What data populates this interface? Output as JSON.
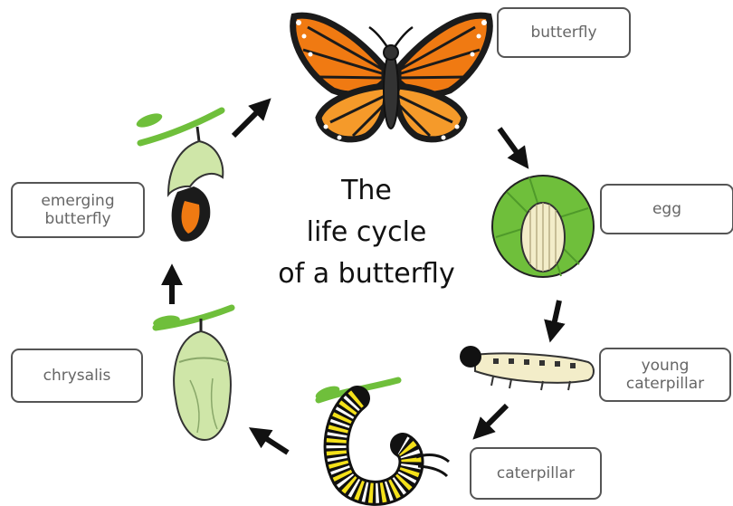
{
  "title": "The\nlife cycle\nof a butterfly",
  "stages": {
    "butterfly": "butterfly",
    "egg": "egg",
    "young_caterpillar": "young\ncaterpillar",
    "caterpillar": "caterpillar",
    "chrysalis": "chrysalis",
    "emerging_butterfly": "emerging\nbutterfly"
  },
  "colors": {
    "wing_orange": "#f07a12",
    "wing_black": "#1b1b1b",
    "leaf_green": "#6fbf3b",
    "chrysalis_green": "#cfe6a8",
    "egg_cream": "#f3edc9",
    "arrow": "#111111"
  }
}
